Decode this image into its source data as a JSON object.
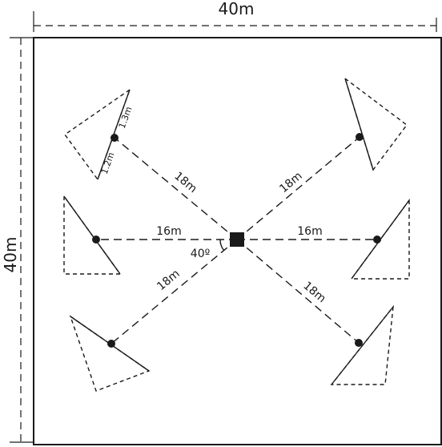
{
  "dimensions": {
    "width_label": "40m",
    "height_label": "40m"
  },
  "distances": {
    "top_left": "18m",
    "top_right": "18m",
    "left": "16m",
    "right": "16m",
    "bottom_left": "18m",
    "bottom_right": "18m"
  },
  "angle": {
    "label": "40º"
  },
  "detail": {
    "edge_a": "1.3m",
    "edge_b": "1.2m"
  }
}
